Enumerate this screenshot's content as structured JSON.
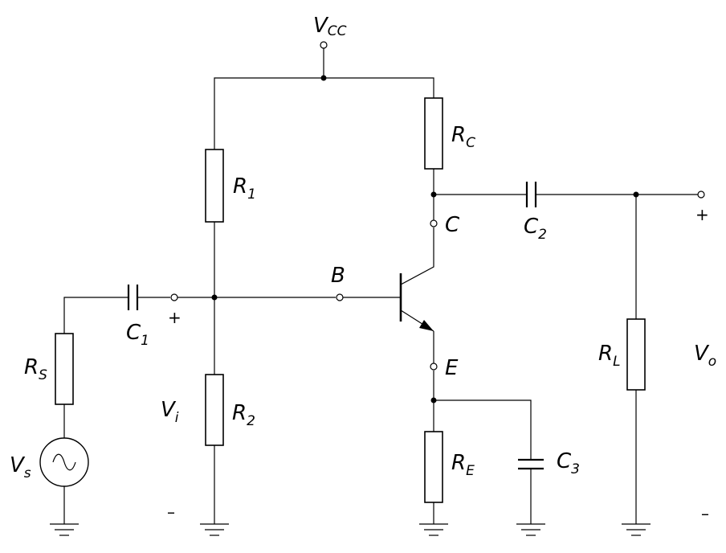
{
  "labels": {
    "vcc": {
      "main": "V",
      "sub": "CC"
    },
    "rc": {
      "main": "R",
      "sub": "C"
    },
    "r1": {
      "main": "R",
      "sub": "1"
    },
    "r2": {
      "main": "R",
      "sub": "2"
    },
    "rs": {
      "main": "R",
      "sub": "S"
    },
    "re": {
      "main": "R",
      "sub": "E"
    },
    "rl": {
      "main": "R",
      "sub": "L"
    },
    "c1": {
      "main": "C",
      "sub": "1"
    },
    "c2": {
      "main": "C",
      "sub": "2"
    },
    "c3": {
      "main": "C",
      "sub": "3"
    },
    "vs": {
      "main": "V",
      "sub": "s"
    },
    "vi": {
      "main": "V",
      "sub": "i"
    },
    "vo": {
      "main": "V",
      "sub": "o"
    },
    "b": "B",
    "c": "C",
    "e": "E"
  },
  "signs": {
    "vi_plus": "+",
    "vi_minus": "–",
    "vo_plus": "+",
    "vo_minus": "–"
  }
}
